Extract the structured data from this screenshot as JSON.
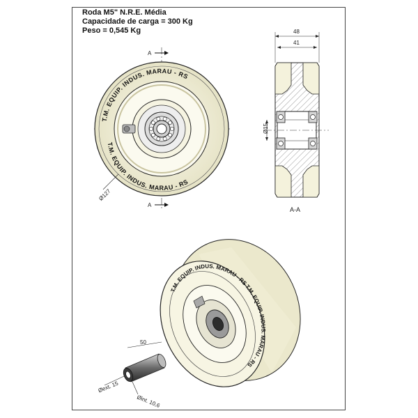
{
  "title": {
    "line1": "Roda M5\" N.R.E. Média",
    "line2": "Capacidade de carga = 300 Kg",
    "line3": "Peso = 0,545 Kg"
  },
  "front_view": {
    "section_mark_top": "A",
    "section_mark_bottom": "A",
    "diameter_label": "Ø127",
    "ring_text_top": "T.M. EQUIP. INDUS.   MARAU - RS",
    "ring_text_bottom": "T.M. EQUIP. INDUS.   MARAU - RS"
  },
  "section_view": {
    "dim_outer": "48",
    "dim_inner": "41",
    "bore_label": "Ø15",
    "caption": "A-A"
  },
  "iso_view": {
    "ring_text": "T.M. EQUIP. INDUS.   MARAU - RS   T.M. EQUIP. INDUS.   MARAU - RS"
  },
  "axle": {
    "length_label": "50",
    "ext_label": "Øext. 15",
    "int_label": "Øint. 10,6"
  },
  "colors": {
    "tire": "#f2f0d8",
    "line": "#222222",
    "hatch": "#666666",
    "metal": "#9a9a9a"
  }
}
